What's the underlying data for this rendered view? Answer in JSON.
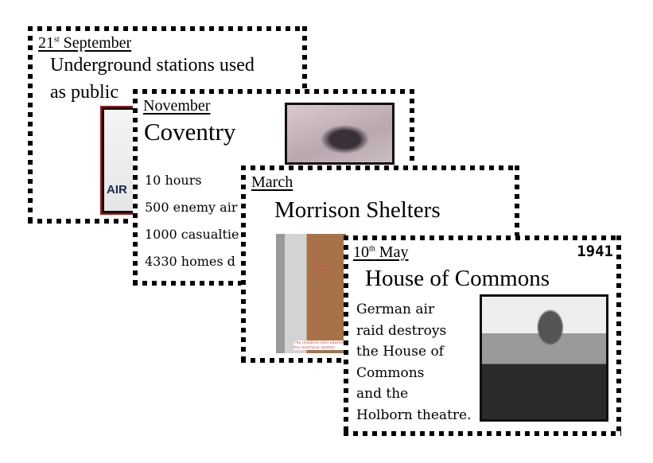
{
  "cards": [
    {
      "date_num": "21",
      "date_sup": "st",
      "date_rest": " September",
      "title_line1": "Underground stations used",
      "title_line2": "as public",
      "image_text": "AIR"
    },
    {
      "date": "November",
      "title": "Coventry",
      "facts": [
        "10 hours",
        "500 enemy air",
        "1000 casualtie",
        "4330 homes d"
      ]
    },
    {
      "date": "March",
      "title": "Morrison Shelters",
      "image_caption_top": "Morrison Shelter in Downstairs Fr",
      "image_caption_bottom": "The children who shared the morrison shelter"
    },
    {
      "date_num": "10",
      "date_sup": "th",
      "date_rest": " May",
      "year": "1941",
      "title": "House of Commons",
      "body": [
        "German air",
        "raid destroys",
        "the House of",
        "Commons",
        "and the",
        "Holborn theatre."
      ]
    }
  ]
}
